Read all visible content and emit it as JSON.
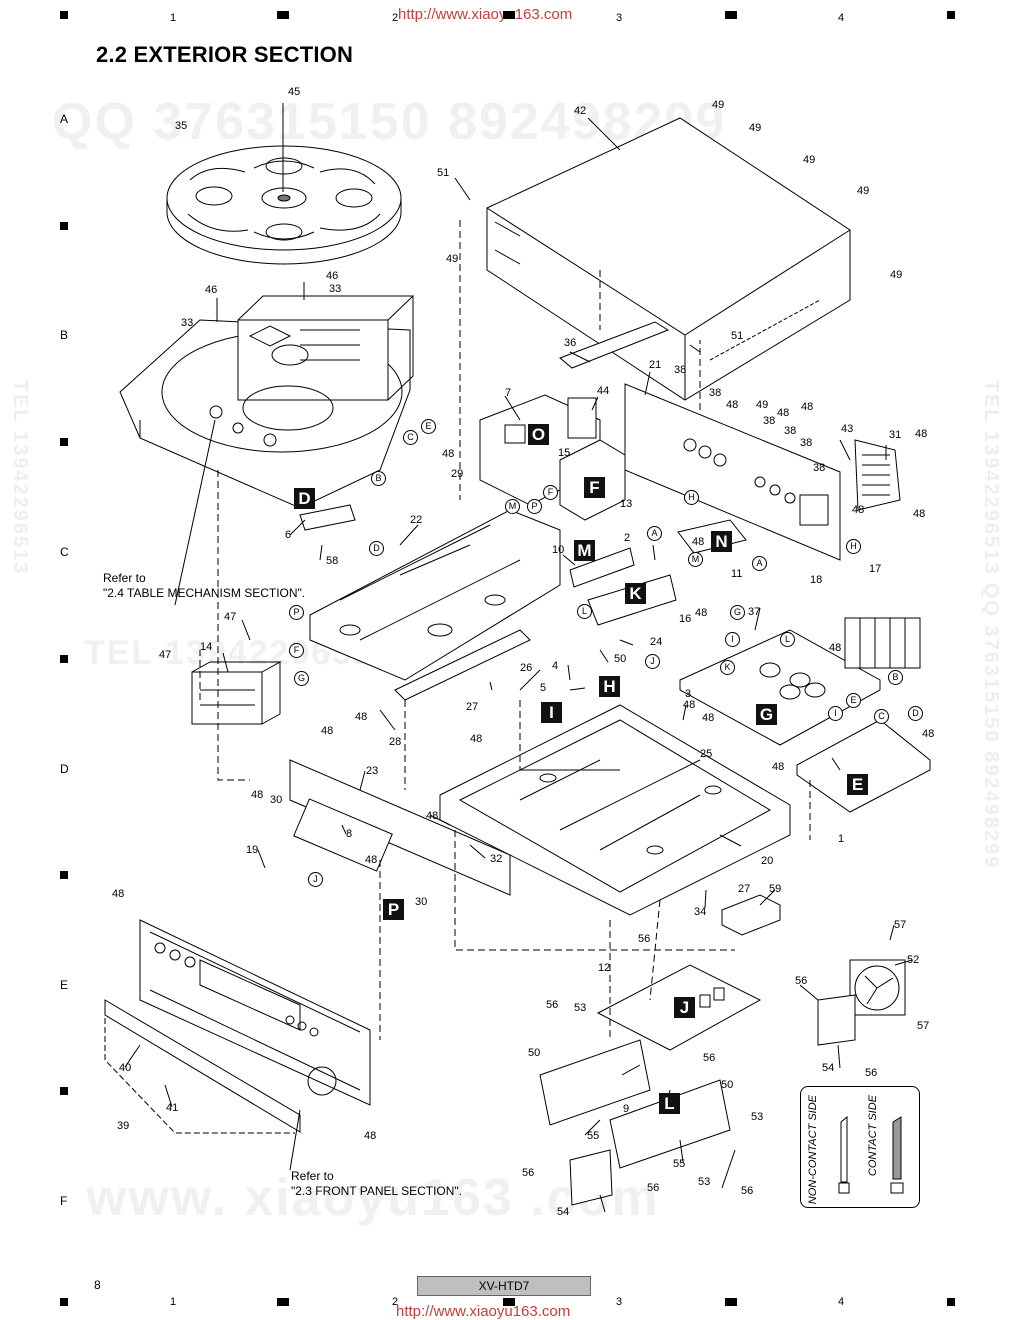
{
  "title": "2.2  EXTERIOR SECTION",
  "watermark": {
    "url": "http://www.xiaoyu163.com",
    "qq_line": "QQ 376315150   892498299",
    "tel_line": "TEL 13942296513",
    "www_line": "www. xiaoyu163 .com",
    "side_text": "TEL 13942296513  QQ 376315150  892498299"
  },
  "column_numbers": [
    "1",
    "2",
    "3",
    "4"
  ],
  "row_letters": [
    "A",
    "B",
    "C",
    "D",
    "E",
    "F"
  ],
  "part_numbers": {
    "p45": "45",
    "p35": "35",
    "p42": "42",
    "p49a": "49",
    "p49b": "49",
    "p49c": "49",
    "p49d": "49",
    "p49e": "49",
    "p49f": "49",
    "p51a": "51",
    "p51b": "51",
    "p46a": "46",
    "p33a": "33",
    "p46b": "46",
    "p33b": "33",
    "p36": "36",
    "p7": "7",
    "p44": "44",
    "p21": "21",
    "p38a": "38",
    "p38b": "38",
    "p48a": "48",
    "p49g": "49",
    "p38c": "38",
    "p48b": "48",
    "p48c": "48",
    "p38d": "38",
    "p38e": "38",
    "p43": "43",
    "p31": "31",
    "p48d": "48",
    "p48e": "48",
    "p15": "15",
    "p29": "29",
    "p13": "13",
    "p38f": "38",
    "p48f": "48",
    "p48g": "48",
    "p22": "22",
    "p6": "6",
    "p58": "58",
    "p10": "10",
    "p2": "2",
    "p48h": "48",
    "p11": "11",
    "p18": "18",
    "p17": "17",
    "p47a": "47",
    "p47b": "47",
    "p14": "14",
    "p24": "24",
    "p16": "16",
    "p48i": "48",
    "p37": "37",
    "p48j": "48",
    "p50a": "50",
    "p4": "4",
    "p26": "26",
    "p5": "5",
    "p27a": "27",
    "p48k": "48",
    "p28": "28",
    "p48l": "48",
    "p3": "3",
    "p48m": "48",
    "p48n": "48",
    "p25": "25",
    "p48o": "48",
    "p48p": "48",
    "p1": "1",
    "p48q": "48",
    "p23": "23",
    "p48r": "48",
    "p30a": "30",
    "p8": "8",
    "p48s": "48",
    "p19": "19",
    "p30b": "30",
    "p48t": "48",
    "p32": "32",
    "p20": "20",
    "p27b": "27",
    "p59": "59",
    "p34": "34",
    "p48u": "48",
    "p56a": "56",
    "p12": "12",
    "p57a": "57",
    "p52": "52",
    "p56b": "56",
    "p57b": "57",
    "p56c": "56",
    "p53a": "53",
    "p50b": "50",
    "p56d": "56",
    "p50c": "50",
    "p54a": "54",
    "p56e": "56",
    "p40": "40",
    "p41": "41",
    "p39": "39",
    "p48v": "48",
    "p9": "9",
    "p55a": "55",
    "p53b": "53",
    "p55b": "55",
    "p56f": "56",
    "p53c": "53",
    "p56g": "56",
    "p56h": "56",
    "p54b": "54"
  },
  "board_labels": {
    "O": "O",
    "F": "F",
    "D": "D",
    "M": "M",
    "N": "N",
    "K": "K",
    "H": "H",
    "I": "I",
    "G": "G",
    "E": "E",
    "P": "P",
    "J": "J",
    "L": "L"
  },
  "connector_labels": {
    "E1": "E",
    "C1": "C",
    "B1": "B",
    "D1": "D",
    "M1": "M",
    "P1": "P",
    "F1": "F",
    "H1": "H",
    "A1": "A",
    "L1": "L",
    "H2": "H",
    "M2": "M",
    "A2": "A",
    "G1": "G",
    "I1": "I",
    "L2": "L",
    "K1": "K",
    "J1": "J",
    "P2": "P",
    "F2": "F",
    "G2": "G",
    "B2": "B",
    "E2": "E",
    "C2": "C",
    "D2": "D",
    "I2": "I",
    "J2": "J"
  },
  "notes": {
    "table_ref": "Refer to\n\"2.4 TABLE MECHANISM SECTION\".",
    "front_ref": "Refer to\n\"2.3 FRONT PANEL SECTION\"."
  },
  "legend": {
    "non_contact": "NON-CONTACT SIDE",
    "contact": "CONTACT SIDE"
  },
  "footer": {
    "page_number": "8",
    "model": "XV-HTD7"
  }
}
